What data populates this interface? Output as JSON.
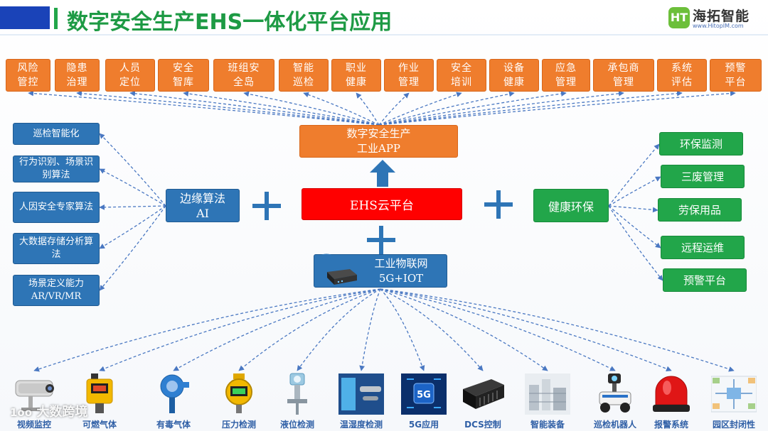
{
  "header": {
    "title": "数字安全生产EHS一体化平台应用",
    "logo_mark": "HT",
    "logo_name": "海拓智能",
    "logo_url": "www.HitopIM.com"
  },
  "apps": [
    "风险管控",
    "隐患治理",
    "人员定位",
    "安全智库",
    "班组安全岛",
    "智能巡检",
    "职业健康",
    "作业管理",
    "安全培训",
    "设备健康",
    "应急管理",
    "承包商管理",
    "系统评估",
    "预警平台"
  ],
  "center": {
    "app_box_line1": "数字安全生产",
    "app_box_line2": "工业APP",
    "cloud": "EHS云平台",
    "iot_line1": "工业物联网",
    "iot_line2": "5G+IOT"
  },
  "left": {
    "hub_line1": "边缘算法",
    "hub_line2": "AI",
    "items": [
      "巡检智能化",
      "行为识别、场景识别算法",
      "人因安全专家算法",
      "大数据存储分析算法",
      "场景定义能力AR/VR/MR"
    ]
  },
  "right": {
    "hub": "健康环保",
    "items": [
      "环保监测",
      "三废管理",
      "劳保用品",
      "远程运维",
      "预警平台"
    ]
  },
  "sensors": [
    "视频监控",
    "可燃气体",
    "有毒气体",
    "压力检测",
    "液位检测",
    "温湿度检测",
    "5G应用",
    "DCS控制",
    "智能装备",
    "巡检机器人",
    "报警系统",
    "园区封闭性"
  ],
  "watermark": "大数跨境",
  "colors": {
    "orange": "#ef7d2d",
    "blue": "#2e75b6",
    "green": "#22a64a",
    "red": "#ff0000",
    "title_green": "#1d9a44"
  }
}
